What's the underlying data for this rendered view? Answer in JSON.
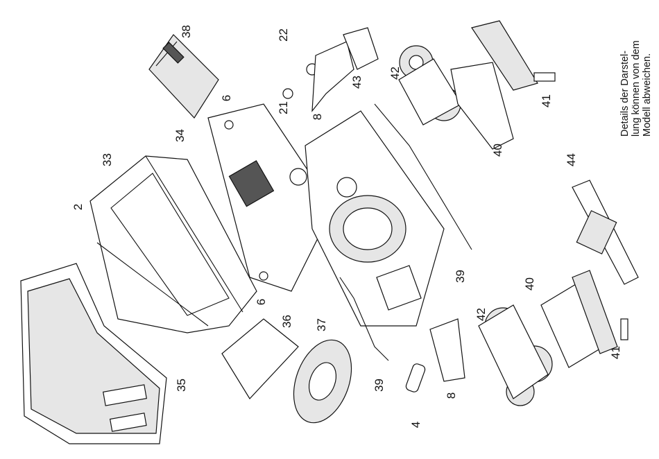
{
  "callouts": {
    "c2": "2",
    "c4": "4",
    "c6a": "6",
    "c6b": "6",
    "c8a": "8",
    "c8b": "8",
    "c21": "21",
    "c22": "22",
    "c33": "33",
    "c34": "34",
    "c35": "35",
    "c36": "36",
    "c37": "37",
    "c38": "38",
    "c39a": "39",
    "c39b": "39",
    "c40a": "40",
    "c40b": "40",
    "c41a": "41",
    "c41b": "41",
    "c42a": "42",
    "c42b": "42",
    "c43": "43",
    "c44": "44"
  },
  "note": {
    "line1": "Details der Darstel-",
    "line2": "lung können von dem",
    "line3": "Modell abweichen."
  }
}
